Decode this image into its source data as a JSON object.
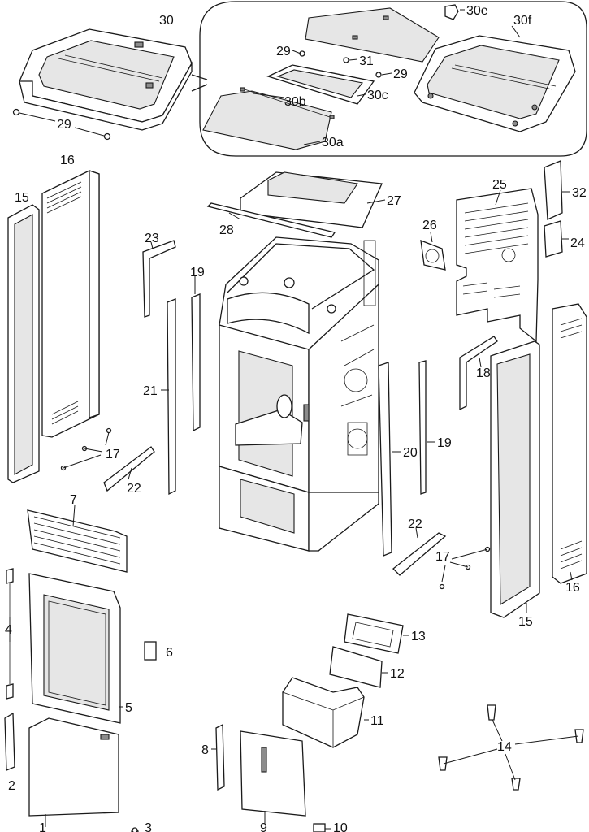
{
  "labels": {
    "p1": "1",
    "p2": "2",
    "p3": "3",
    "p4": "4",
    "p5": "5",
    "p6": "6",
    "p7": "7",
    "p8": "8",
    "p9": "9",
    "p10": "10",
    "p11": "11",
    "p12": "12",
    "p13": "13",
    "p14": "14",
    "p15_left": "15",
    "p15_right": "15",
    "p16_left": "16",
    "p16_right": "16",
    "p17_left": "17",
    "p17_right": "17",
    "p18": "18",
    "p19_left": "19",
    "p19_right": "19",
    "p20": "20",
    "p21": "21",
    "p22_left": "22",
    "p22_right": "22",
    "p23": "23",
    "p24": "24",
    "p25": "25",
    "p26": "26",
    "p27": "27",
    "p28": "28",
    "p29_left": "29",
    "p29_inset_a": "29",
    "p29_inset_b": "29",
    "p30": "30",
    "p30a": "30a",
    "p30b": "30b",
    "p30c": "30c",
    "p30e": "30e",
    "p30f": "30f",
    "p31": "31",
    "p32": "32"
  }
}
